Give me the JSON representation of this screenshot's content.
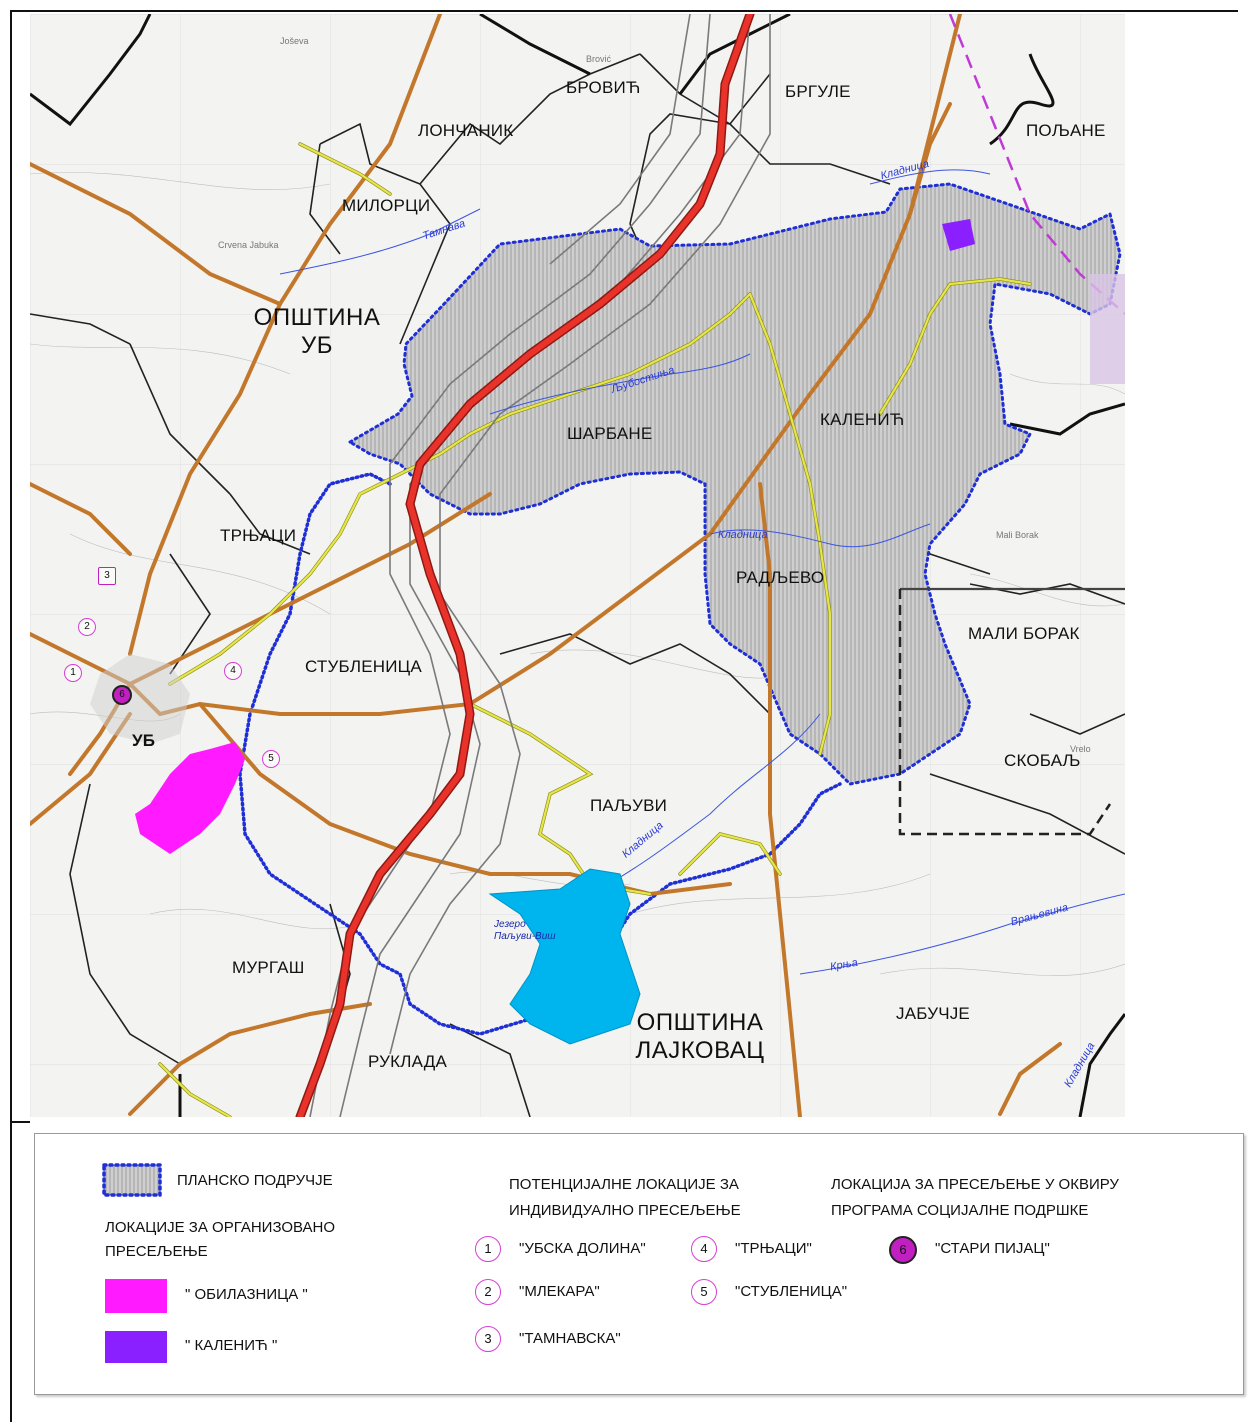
{
  "colors": {
    "boundary": "#1f2fd6",
    "highway": "#e8322a",
    "main_road": "#c2772b",
    "local_road": "#d8d838",
    "lake": "#00b4ee",
    "site_obilaznica": "#ff1aff",
    "site_kalenic": "#8a1fff",
    "hatch": "#a9a9a9"
  },
  "map": {
    "municipalities": [
      {
        "text": "ОПШТИНА\nУБ"
      },
      {
        "text": "ОПШТИНА\nЛАЈКОВАЦ"
      }
    ],
    "villages": [
      "БРОВИЋ",
      "БРГУЛЕ",
      "ЛОНЧАНИК",
      "ПОЉАНЕ",
      "МИЛОРЦИ",
      "ШАРБАНЕ",
      "КАЛЕНИЋ",
      "ТРЊАЦИ",
      "РАДЉЕВО",
      "МАЛИ БОРАК",
      "СТУБЛЕНИЦА",
      "УБ",
      "СКОБАЉ",
      "ПАЉУВИ",
      "МУРГАШ",
      "ЈАБУЧЈЕ",
      "РУКЛАДА"
    ],
    "rivers": [
      "Тамнава",
      "Љубостиња",
      "Кладница",
      "Кладница",
      "Кладница",
      "Врањевина",
      "Крња",
      "Кладница"
    ],
    "small_labels": [
      "Језеро\nПаљуви-Виш",
      "Joševa",
      "Brović",
      "Mali Borak",
      "Crvena Jabuka",
      "Vrelo"
    ],
    "markers": [
      "3",
      "2",
      "1",
      "4",
      "5",
      "6"
    ]
  },
  "legend": {
    "plan_area": "ПЛАНСКО ПОДРУЧЈЕ",
    "organized_title": "ЛОКАЦИЈЕ ЗА ОРГАНИЗОВАНО\nПРЕСЕЉЕЊЕ",
    "obilaznica": "\" ОБИЛАЗНИЦА \"",
    "kalenic": "\" КАЛЕНИЋ \"",
    "individual_title": "ПОТЕНЦИЈАЛНЕ ЛОКАЦИЈЕ ЗА\nИНДИВИДУАЛНО ПРЕСЕЉЕЊЕ",
    "individual_sites": [
      {
        "num": "1",
        "name": "\"УБСКА ДОЛИНА\""
      },
      {
        "num": "2",
        "name": "\"МЛЕКАРА\""
      },
      {
        "num": "3",
        "name": "\"ТАМНАВСКА\""
      },
      {
        "num": "4",
        "name": "\"ТРЊАЦИ\""
      },
      {
        "num": "5",
        "name": "\"СТУБЛЕНИЦА\""
      }
    ],
    "social_title": "ЛОКАЦИЈА ЗА ПРЕСЕЉЕЊЕ У ОКВИРУ\nПРОГРАМА СОЦИЈАЛНЕ ПОДРШКЕ",
    "social_site": {
      "num": "6",
      "name": "\"СТАРИ ПИЈАЦ\""
    }
  }
}
